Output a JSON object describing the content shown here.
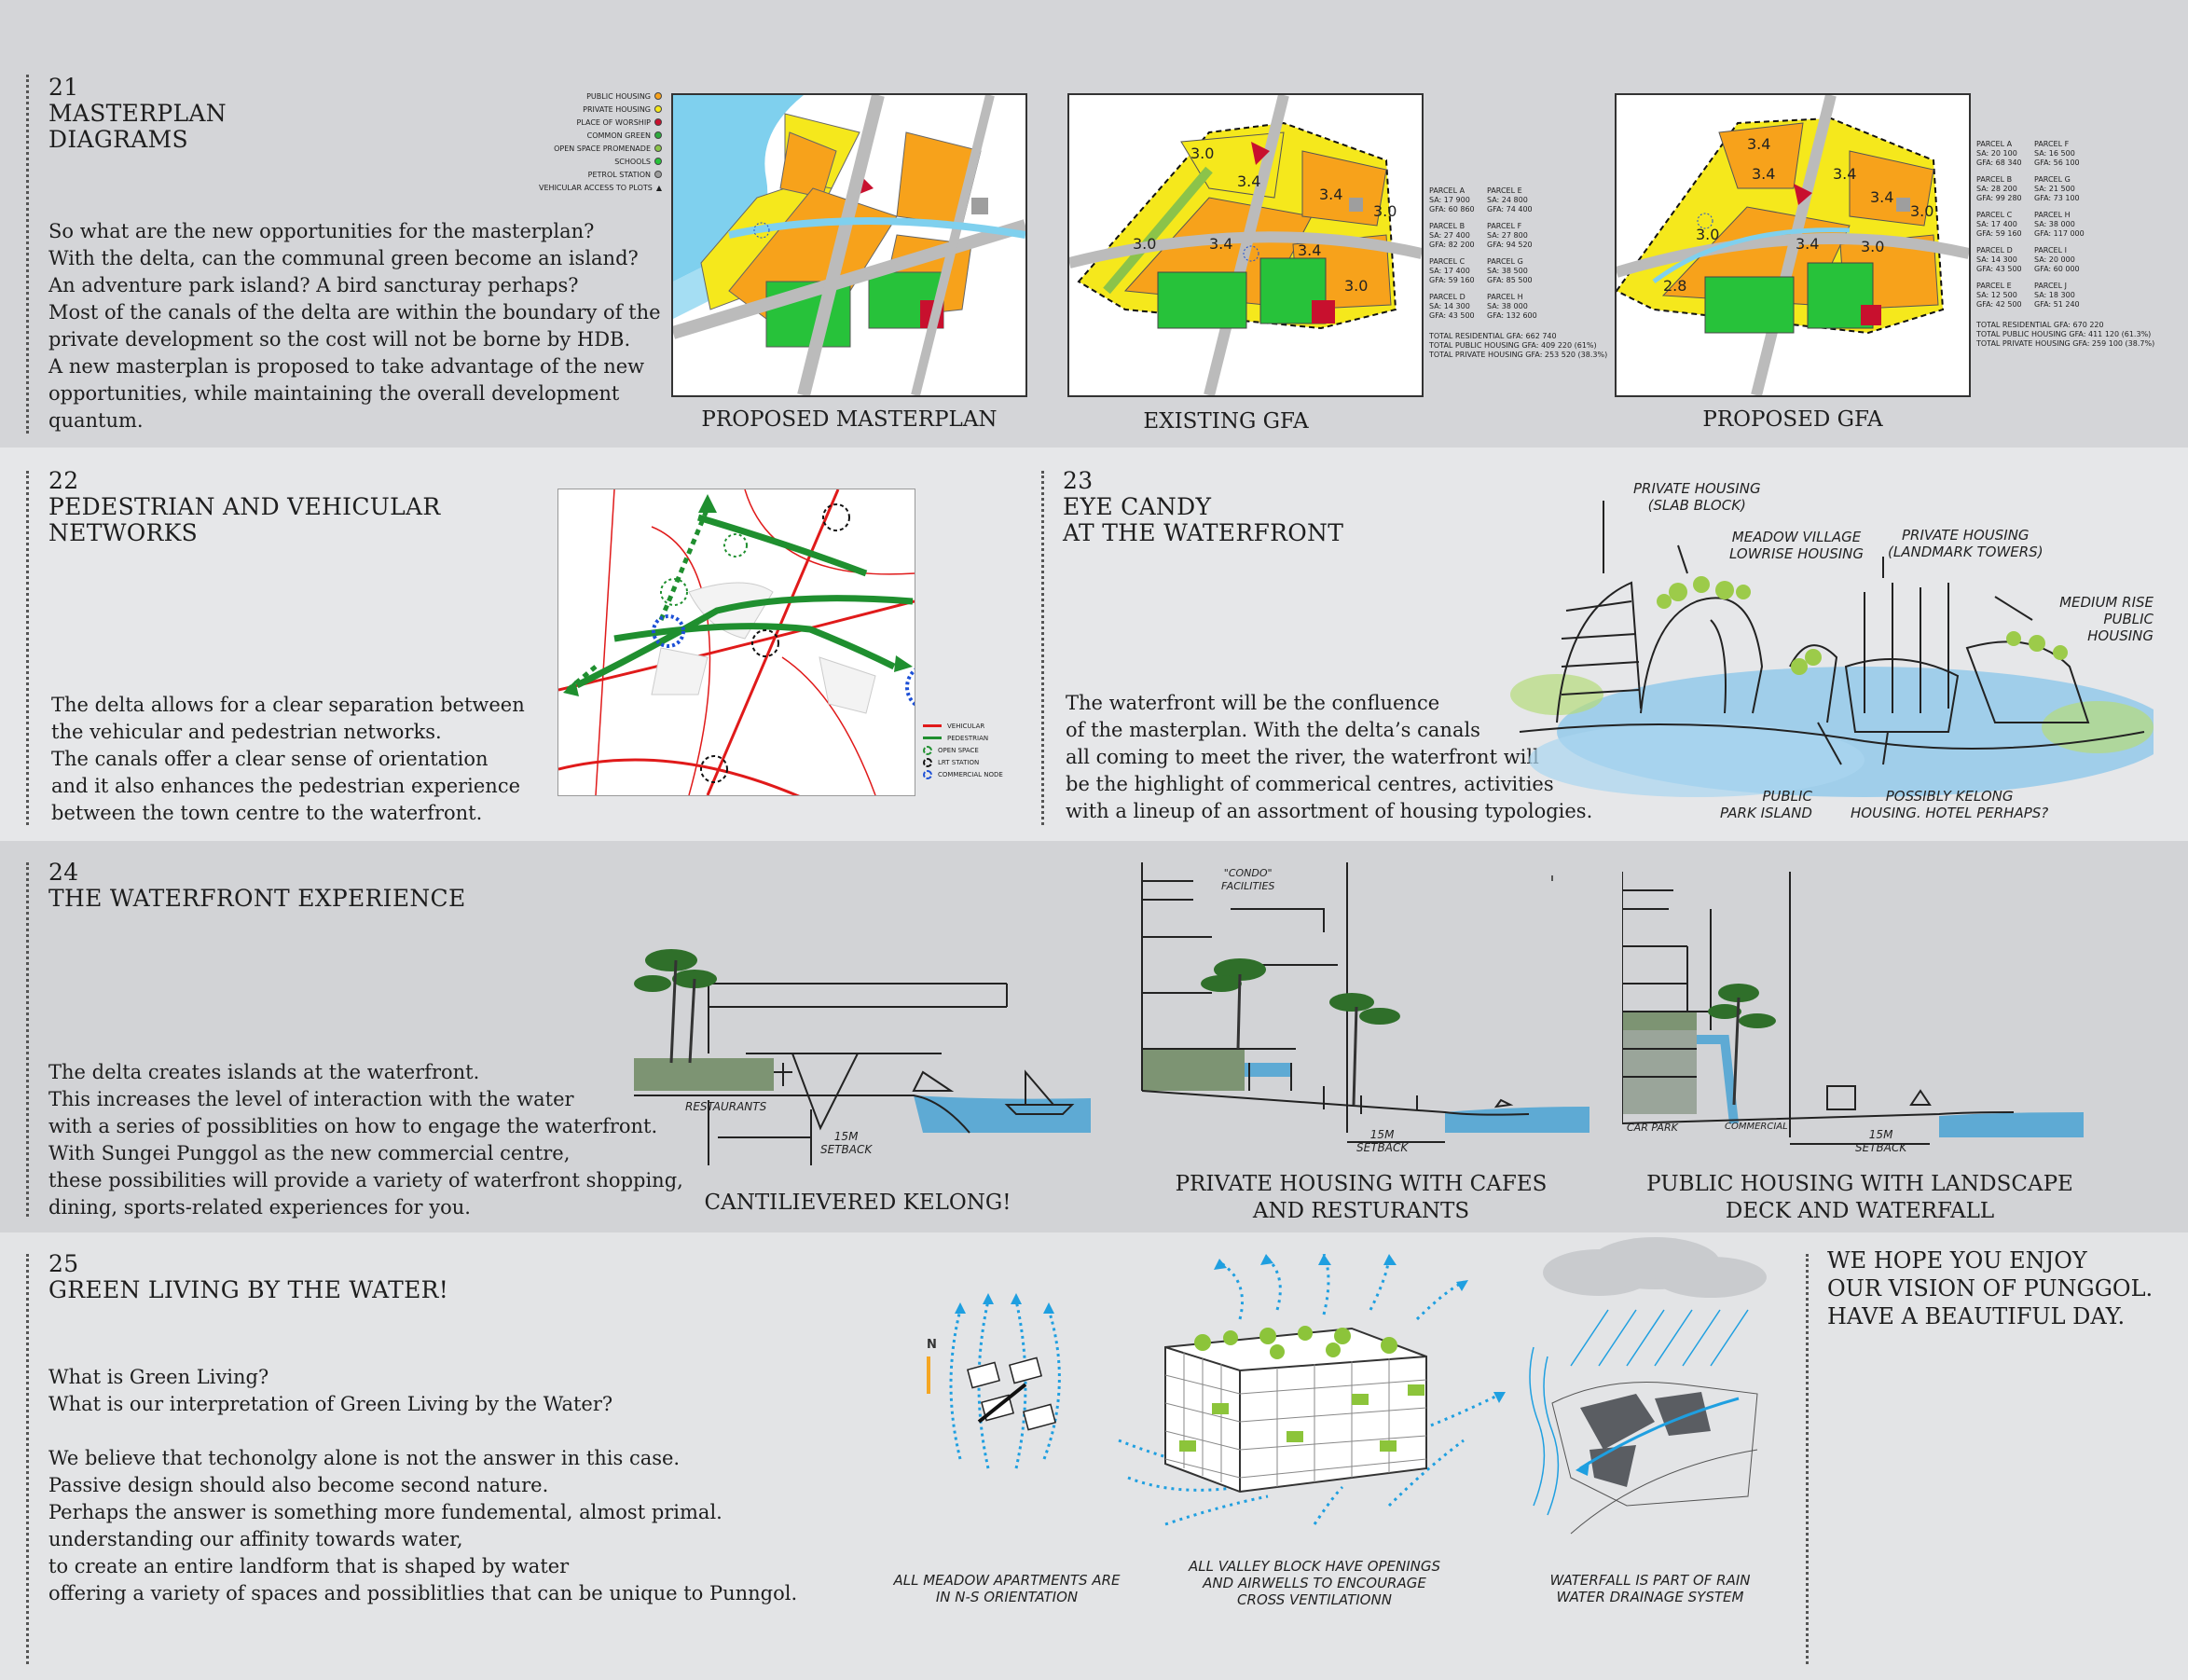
{
  "s21": {
    "number": "21",
    "title_lines": [
      "MASTERPLAN",
      "DIAGRAMS"
    ],
    "body_lines": [
      "So what are the new opportunities for the masterplan?",
      "With the delta, can the communal green become an island?",
      "An adventure park island? A bird sancturay perhaps?",
      "Most of the canals of the delta are within the boundary of the",
      "private development so the cost will not be borne by HDB.",
      "A new masterplan is proposed to take advantage of the new",
      "opportunities, while maintaining the overall development",
      "quantum."
    ],
    "legend": [
      {
        "label": "PUBLIC HOUSING",
        "color": "#f7a21b"
      },
      {
        "label": "PRIVATE HOUSING",
        "color": "#f5e81c"
      },
      {
        "label": "PLACE OF WORSHIP",
        "color": "#c8102e"
      },
      {
        "label": "COMMON GREEN",
        "color": "#2faa3e"
      },
      {
        "label": "OPEN SPACE PROMENADE",
        "color": "#8bc34a"
      },
      {
        "label": "SCHOOLS",
        "color": "#27c23a"
      },
      {
        "label": "PETROL STATION",
        "color": "#9e9e9e"
      },
      {
        "label": "VEHICULAR ACCESS TO PLOTS",
        "color": "#000000"
      }
    ],
    "captions": {
      "proposed_masterplan": "PROPOSED MASTERPLAN",
      "existing_gfa": "EXISTING GFA",
      "proposed_gfa": "PROPOSED GFA"
    },
    "existing_gfa_labels": [
      "3.0",
      "3.4",
      "3.4",
      "3.0",
      "3.0",
      "3.4",
      "3.4",
      "3.0"
    ],
    "proposed_gfa_labels": [
      "3.4",
      "3.4",
      "3.4",
      "3.4",
      "3.0",
      "3.0",
      "3.4",
      "3.0",
      "2.8"
    ],
    "existing_table": {
      "cells": [
        [
          "PARCEL A",
          "SA: 17 900",
          "GFA: 60 860"
        ],
        [
          "PARCEL E",
          "SA: 24 800",
          "GFA: 74 400"
        ],
        [
          "PARCEL B",
          "SA: 27 400",
          "GFA: 82 200"
        ],
        [
          "PARCEL F",
          "SA: 27 800",
          "GFA: 94 520"
        ],
        [
          "PARCEL C",
          "SA: 17 400",
          "GFA: 59 160"
        ],
        [
          "PARCEL G",
          "SA: 38 500",
          "GFA: 85 500"
        ],
        [
          "PARCEL D",
          "SA: 14 300",
          "GFA: 43 500"
        ],
        [
          "PARCEL H",
          "SA: 38 000",
          "GFA: 132 600"
        ]
      ],
      "totals": [
        "TOTAL RESIDENTIAL GFA: 662 740",
        "TOTAL PUBLIC HOUSING GFA: 409 220 (61%)",
        "TOTAL PRIVATE HOUSING GFA: 253 520 (38.3%)"
      ]
    },
    "proposed_table": {
      "cells": [
        [
          "PARCEL A",
          "SA: 20 100",
          "GFA: 68 340"
        ],
        [
          "PARCEL F",
          "SA: 16 500",
          "GFA: 56 100"
        ],
        [
          "PARCEL B",
          "SA: 28 200",
          "GFA: 99 280"
        ],
        [
          "PARCEL G",
          "SA: 21 500",
          "GFA: 73 100"
        ],
        [
          "PARCEL C",
          "SA: 17 400",
          "GFA: 59 160"
        ],
        [
          "PARCEL H",
          "SA: 38 000",
          "GFA: 117 000"
        ],
        [
          "PARCEL D",
          "SA: 14 300",
          "GFA: 43 500"
        ],
        [
          "PARCEL I",
          "SA: 20 000",
          "GFA: 60 000"
        ],
        [
          "PARCEL E",
          "SA: 12 500",
          "GFA: 42 500"
        ],
        [
          "PARCEL J",
          "SA: 18 300",
          "GFA: 51 240"
        ]
      ],
      "totals": [
        "TOTAL RESIDENTIAL GFA: 670 220",
        "TOTAL PUBLIC HOUSING GFA: 411 120 (61.3%)",
        "TOTAL PRIVATE HOUSING GFA: 259 100 (38.7%)"
      ]
    }
  },
  "s22": {
    "number": "22",
    "title_lines": [
      "PEDESTRIAN AND VEHICULAR",
      "NETWORKS"
    ],
    "body_lines": [
      "The delta allows for a clear separation between",
      "the vehicular and pedestrian networks.",
      "The canals offer a clear sense of orientation",
      "and it also enhances the pedestrian experience",
      "between the town centre to the waterfront."
    ],
    "legend": [
      {
        "label": "VEHICULAR",
        "color": "#e01a1a"
      },
      {
        "label": "PEDESTRIAN",
        "color": "#1f8f2f"
      },
      {
        "label": "OPEN SPACE",
        "color": "#1f8f2f"
      },
      {
        "label": "LRT STATION",
        "color": "#111111"
      },
      {
        "label": "COMMERCIAL NODE",
        "color": "#1c4fd6"
      }
    ]
  },
  "s23": {
    "number": "23",
    "title_lines": [
      "EYE CANDY",
      "AT THE WATERFRONT"
    ],
    "body_lines": [
      "The waterfront will be the confluence",
      "of the masterplan. With the delta’s canals",
      "all coming to meet the river, the waterfront will",
      "be the highlight of commerical centres, activities",
      "with a lineup of an assortment of housing typologies."
    ],
    "annotations": {
      "private_slab_1": "PRIVATE HOUSING",
      "private_slab_2": "(SLAB BLOCK)",
      "meadow_1": "MEADOW VILLAGE",
      "meadow_2": "LOWRISE HOUSING",
      "towers_1": "PRIVATE HOUSING",
      "towers_2": "(LANDMARK TOWERS)",
      "medium_1": "MEDIUM RISE",
      "medium_2": "PUBLIC HOUSING",
      "park_1": "PUBLIC",
      "park_2": "PARK ISLAND",
      "kelong_1": "POSSIBLY KELONG",
      "kelong_2": "HOUSING. HOTEL PERHAPS?"
    }
  },
  "s24": {
    "number": "24",
    "title": "THE WATERFRONT EXPERIENCE",
    "body_lines": [
      "The delta creates islands at the waterfront.",
      "This increases the level of interaction with the water",
      "with a series of possiblities on how to engage the waterfront.",
      "With Sungei Punggol as the new commercial centre,",
      "these possibilities will provide a variety of waterfront shopping,",
      "dining, sports-related experiences for you."
    ],
    "captions": {
      "kelong": "CANTILIEVERED KELONG!",
      "private_1": "PRIVATE HOUSING WITH CAFES",
      "private_2": "AND RESTURANTS",
      "public_1": "PUBLIC HOUSING WITH LANDSCAPE",
      "public_2": "DECK AND WATERFALL"
    },
    "sketch_labels": {
      "restaurants": "RESTAURANTS",
      "setback_dist": "15M",
      "setback": "SETBACK",
      "condo_1": "\"CONDO\"",
      "condo_2": "FACILITIES",
      "car_park": "CAR PARK",
      "commercial": "COMMERCIAL"
    }
  },
  "s25": {
    "number": "25",
    "title": "GREEN LIVING BY THE WATER!",
    "body_lines_a": [
      "What is Green Living?",
      "What is our interpretation of Green Living by the Water?"
    ],
    "body_lines_b": [
      "We believe that techonolgy alone is not the answer in this case.",
      "Passive design should also become second nature.",
      "Perhaps the answer is something more fundemental,  almost primal.",
      "understanding our affinity towards water,",
      "to create an entire landform that is shaped by water",
      "offering a variety of spaces and possiblitlies that can be unique to Punngol."
    ],
    "north": "N",
    "captions": {
      "meadow_1": "ALL MEADOW APARTMENTS ARE",
      "meadow_2": "IN N-S ORIENTATION",
      "valley_1": "ALL VALLEY BLOCK HAVE OPENINGS",
      "valley_2": "AND AIRWELLS TO ENCOURAGE",
      "valley_3": "CROSS VENTILATIONN",
      "waterfall_1": "WATERFALL IS PART OF RAIN",
      "waterfall_2": "WATER DRAINAGE SYSTEM"
    },
    "closing_lines": [
      "WE HOPE YOU ENJOY",
      "OUR VISION OF PUNGGOL.",
      "HAVE A BEAUTIFUL DAY."
    ]
  }
}
